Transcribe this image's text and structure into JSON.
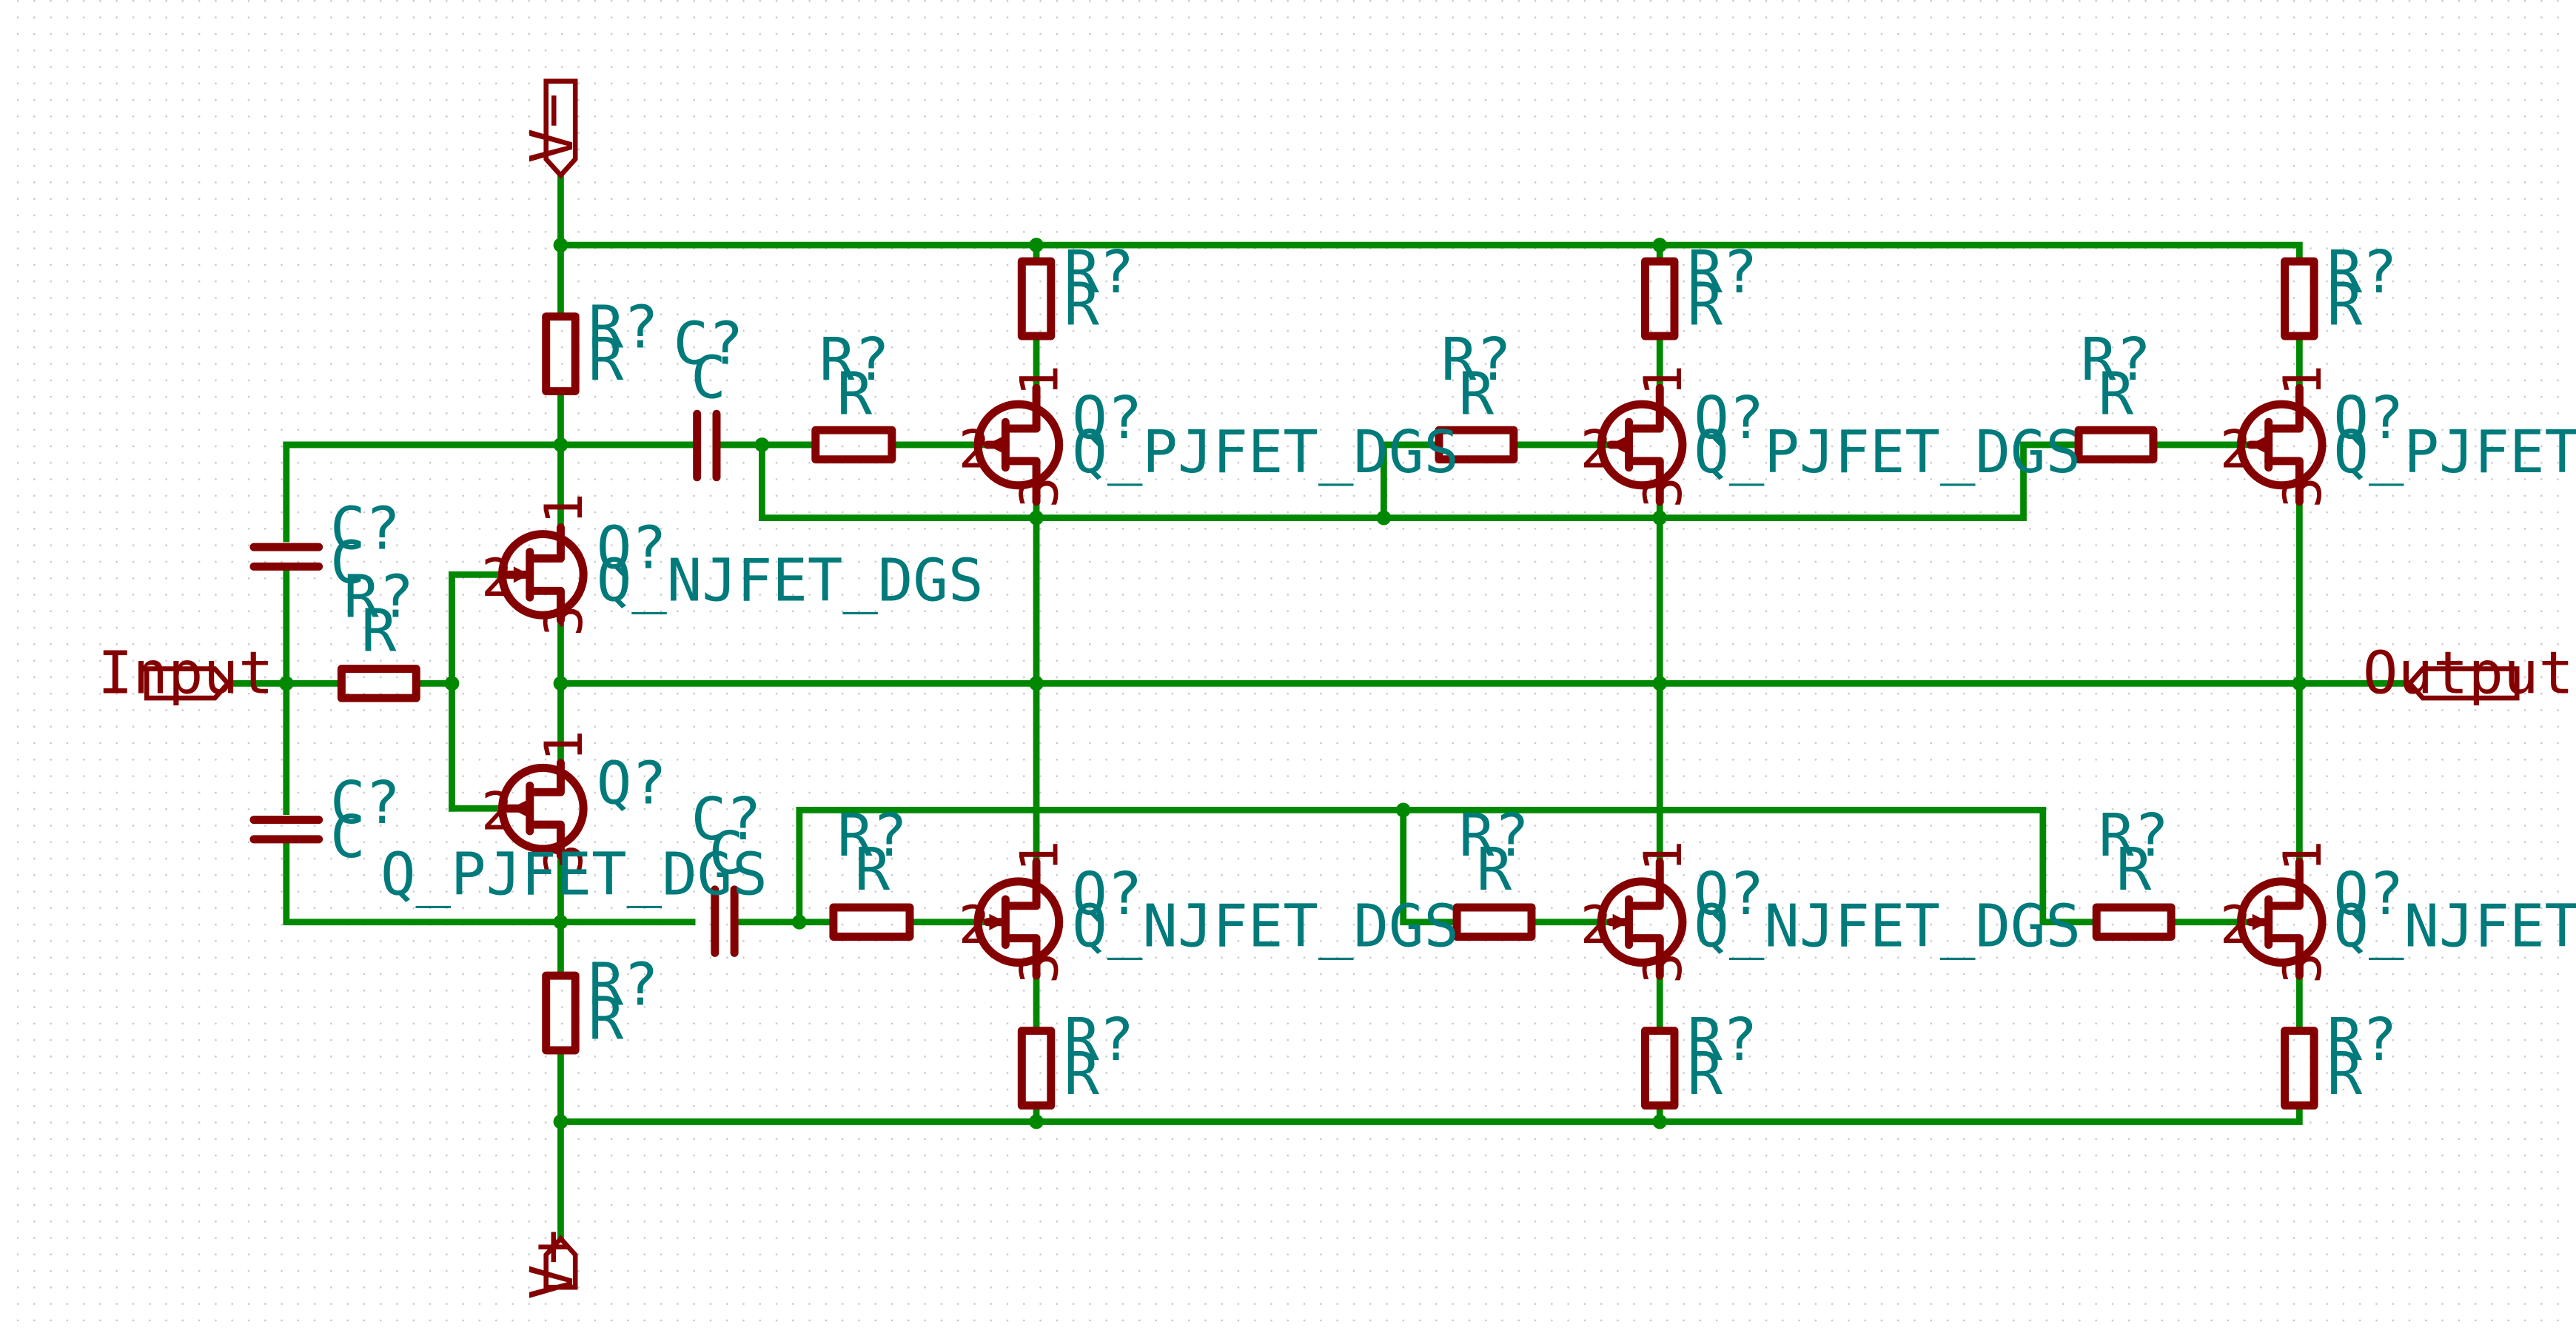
{
  "ports": {
    "input": "Input",
    "output": "Output",
    "vminus": "V−",
    "vplus": "V+"
  },
  "components": [
    {
      "id": "r-bias-top",
      "ref": "R?",
      "value": "R"
    },
    {
      "id": "r-bias-bottom",
      "ref": "R?",
      "value": "R"
    },
    {
      "id": "r-input",
      "ref": "R?",
      "value": "R"
    },
    {
      "id": "c-in-top",
      "ref": "C?",
      "value": "C"
    },
    {
      "id": "c-in-bottom",
      "ref": "C?",
      "value": "C"
    },
    {
      "id": "c-couple-top",
      "ref": "C?",
      "value": "C"
    },
    {
      "id": "c-couple-bottom",
      "ref": "C?",
      "value": "C"
    },
    {
      "id": "q-in-n",
      "ref": "Q?",
      "value": "Q_NJFET_DGS"
    },
    {
      "id": "q-in-p",
      "ref": "Q?",
      "value": "Q_PJFET_DGS"
    },
    {
      "id": "q-top-1",
      "ref": "Q?",
      "value": "Q_PJFET_DGS"
    },
    {
      "id": "q-top-2",
      "ref": "Q?",
      "value": "Q_PJFET_DGS"
    },
    {
      "id": "q-top-3",
      "ref": "Q?",
      "value": "Q_PJFET_DGS"
    },
    {
      "id": "q-bot-1",
      "ref": "Q?",
      "value": "Q_NJFET_DGS"
    },
    {
      "id": "q-bot-2",
      "ref": "Q?",
      "value": "Q_NJFET_DGS"
    },
    {
      "id": "q-bot-3",
      "ref": "Q?",
      "value": "Q_NJFET_DGS"
    },
    {
      "id": "r-gate-top-1",
      "ref": "R?",
      "value": "R"
    },
    {
      "id": "r-gate-top-2",
      "ref": "R?",
      "value": "R"
    },
    {
      "id": "r-gate-top-3",
      "ref": "R?",
      "value": "R"
    },
    {
      "id": "r-gate-bot-1",
      "ref": "R?",
      "value": "R"
    },
    {
      "id": "r-gate-bot-2",
      "ref": "R?",
      "value": "R"
    },
    {
      "id": "r-gate-bot-3",
      "ref": "R?",
      "value": "R"
    },
    {
      "id": "r-src-top-1",
      "ref": "R?",
      "value": "R"
    },
    {
      "id": "r-src-top-2",
      "ref": "R?",
      "value": "R"
    },
    {
      "id": "r-src-top-3",
      "ref": "R?",
      "value": "R"
    },
    {
      "id": "r-src-bot-1",
      "ref": "R?",
      "value": "R"
    },
    {
      "id": "r-src-bot-2",
      "ref": "R?",
      "value": "R"
    },
    {
      "id": "r-src-bot-3",
      "ref": "R?",
      "value": "R"
    }
  ],
  "pins": {
    "one": "1",
    "two": "2",
    "three": "3"
  }
}
